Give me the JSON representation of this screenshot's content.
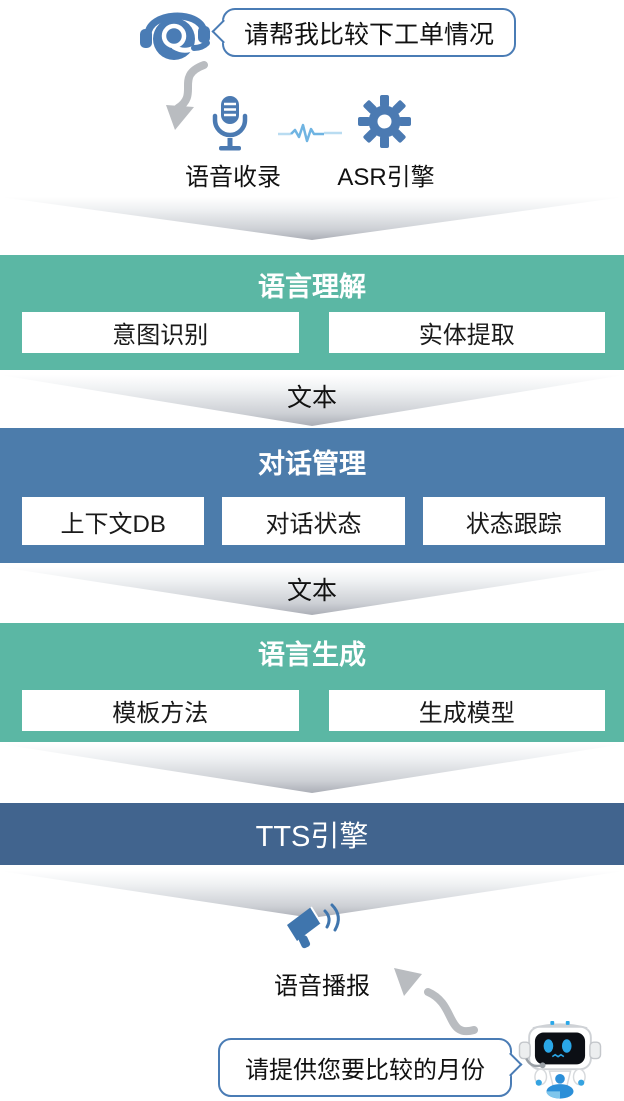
{
  "user_query": {
    "bubble_text": "请帮我比较下工单情况"
  },
  "asr_row": {
    "voice_capture_label": "语音收录",
    "asr_engine_label": "ASR引擎"
  },
  "stages": {
    "nlu": {
      "title": "语言理解",
      "items": [
        "意图识别",
        "实体提取"
      ]
    },
    "dm": {
      "title": "对话管理",
      "items": [
        "上下文DB",
        "对话状态",
        "状态跟踪"
      ]
    },
    "nlg": {
      "title": "语言生成",
      "items": [
        "模板方法",
        "生成模型"
      ]
    },
    "tts": {
      "title": "TTS引擎"
    }
  },
  "connectors": {
    "text_label": "文本"
  },
  "output": {
    "broadcast_label": "语音播报",
    "bot_bubble_text": "请提供您要比较的月份"
  },
  "colors": {
    "teal": "#5bb7a4",
    "steel_blue": "#4c7cab",
    "dark_blue": "#41648e",
    "icon_blue": "#4a7cb5",
    "arrow_gray": "#b9bcc0"
  }
}
